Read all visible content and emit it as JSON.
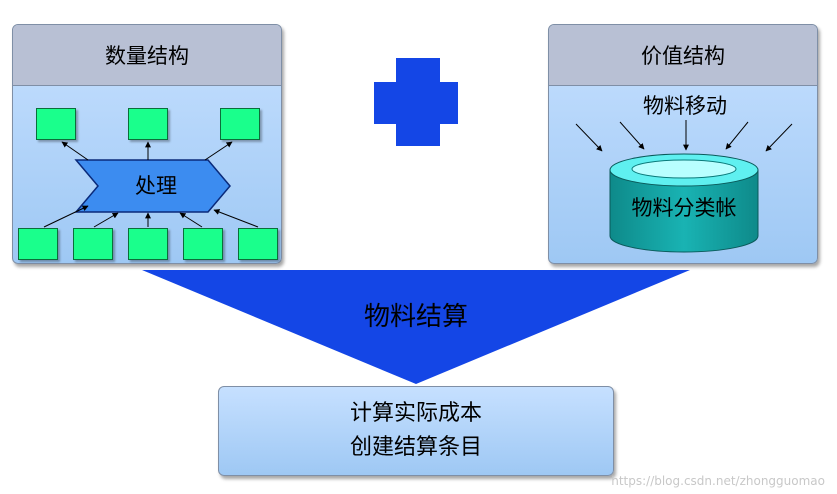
{
  "left_panel": {
    "title": "数量结构",
    "process_label": "处理"
  },
  "plus": {
    "icon": "plus-icon",
    "color": "#1446e6"
  },
  "right_panel": {
    "title": "价值结构",
    "movement_label": "物料移动",
    "ledger_label": "物料分类帐"
  },
  "funnel": {
    "label": "物料结算",
    "color": "#1446e6"
  },
  "result": {
    "line1": "计算实际成本",
    "line2": "创建结算条目"
  },
  "watermark": "https://blog.csdn.net/zhongguomao"
}
